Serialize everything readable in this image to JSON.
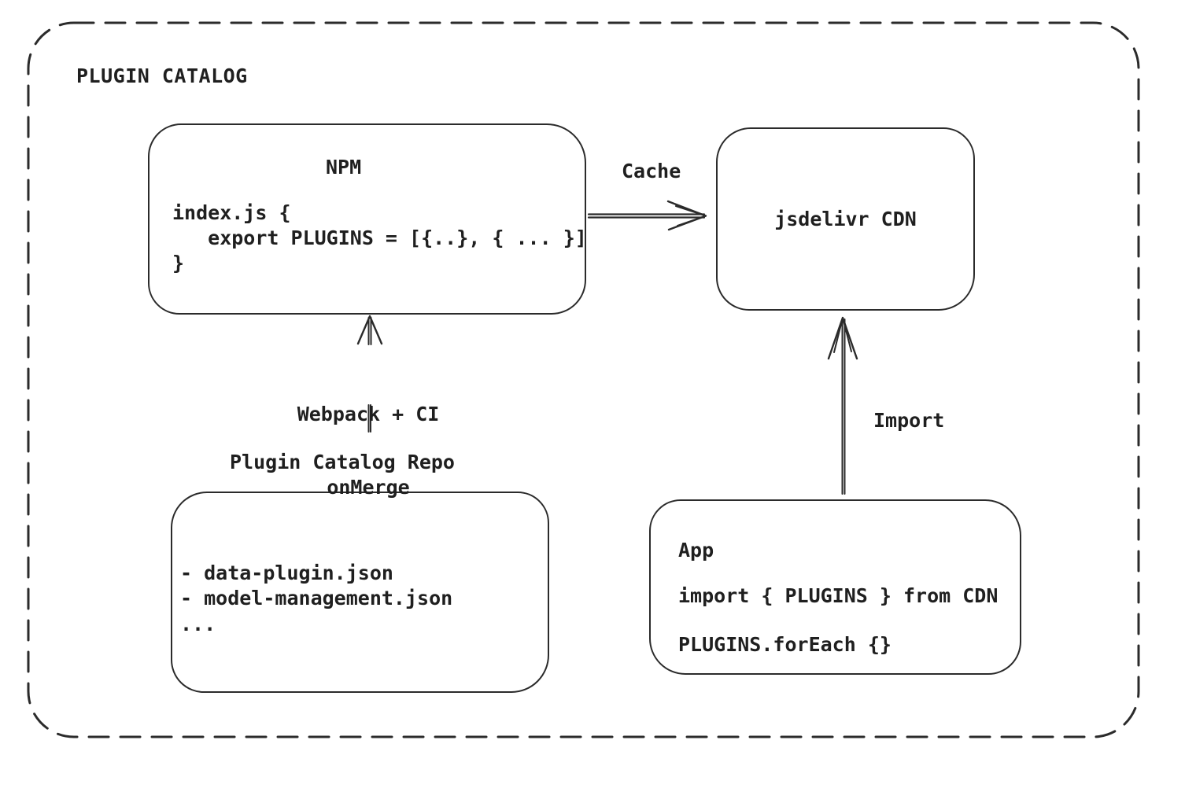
{
  "frame": {
    "title": "PLUGIN CATALOG"
  },
  "nodes": {
    "npm": {
      "title": "NPM",
      "code": [
        "index.js {",
        "   export PLUGINS = [{..}, { ... }]",
        "}"
      ]
    },
    "cdn": {
      "label": "jsdelivr CDN"
    },
    "repo": {
      "heading": "Plugin Catalog Repo",
      "files": [
        "- data-plugin.json",
        "- model-management.json",
        "..."
      ]
    },
    "app": {
      "title": "App",
      "code": [
        "import { PLUGINS } from CDN",
        "PLUGINS.forEach {}"
      ]
    }
  },
  "edges": {
    "cache": {
      "label": "Cache"
    },
    "build": {
      "label": [
        "Webpack + CI",
        "onMerge"
      ]
    },
    "import": {
      "label": "Import"
    }
  },
  "colors": {
    "stroke": "#2b2b2b",
    "text": "#1f1f1f",
    "background": "#ffffff"
  }
}
